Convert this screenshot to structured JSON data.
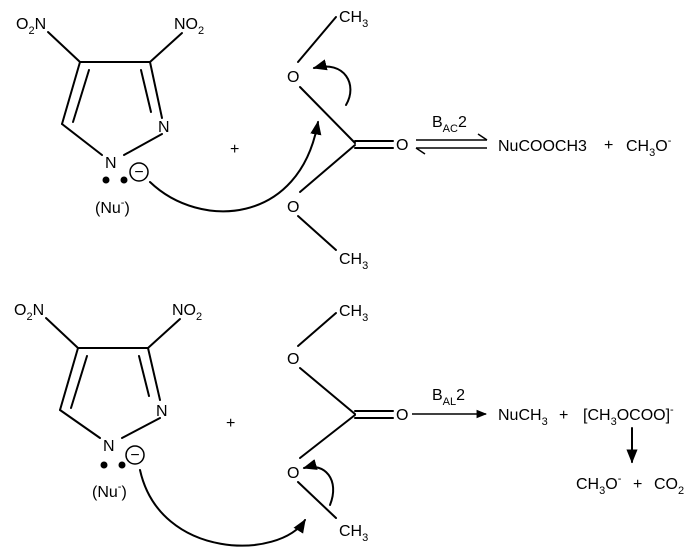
{
  "reaction_top": {
    "pyrazole": {
      "no2_left": {
        "main": "O",
        "sub": "2",
        "tail": "N"
      },
      "no2_right": {
        "main": "NO",
        "sub": "2"
      },
      "ring_n_top": "N",
      "ring_n_bottom": "N",
      "charge": "−",
      "nucleophile_label": {
        "open": "(Nu",
        "sup": "-",
        "close": ")"
      }
    },
    "plus": "+",
    "carbonate": {
      "methyl_top": {
        "main": "CH",
        "sub": "3"
      },
      "oxygen_top": "O",
      "carbonyl_o": "O",
      "oxygen_bottom": "O",
      "methyl_bottom": {
        "main": "CH",
        "sub": "3"
      }
    },
    "mechanism": {
      "main": "B",
      "sub": "AC",
      "tail": "2"
    },
    "product_1": "NuCOOCH3",
    "plus_2": "+",
    "product_2": {
      "main": "CH",
      "sub": "3",
      "tail": "O",
      "sup": "-"
    }
  },
  "reaction_bottom": {
    "pyrazole": {
      "no2_left": {
        "main": "O",
        "sub": "2",
        "tail": "N"
      },
      "no2_right": {
        "main": "NO",
        "sub": "2"
      },
      "ring_n_top": "N",
      "ring_n_bottom": "N",
      "charge": "−",
      "nucleophile_label": {
        "open": "(Nu",
        "sup": "-",
        "close": ")"
      }
    },
    "plus": "+",
    "carbonate": {
      "methyl_top": {
        "main": "CH",
        "sub": "3"
      },
      "oxygen_top": "O",
      "carbonyl_o": "O",
      "oxygen_bottom": "O",
      "methyl_bottom": {
        "main": "CH",
        "sub": "3"
      }
    },
    "mechanism": {
      "main": "B",
      "sub": "AL",
      "tail": "2"
    },
    "product_1": {
      "main": "NuCH",
      "sub": "3"
    },
    "plus_2": "+",
    "intermediate": {
      "main": "[CH",
      "sub": "3",
      "tail": "OCOO]",
      "sup": "-"
    },
    "decomposition": {
      "product_a": {
        "main": "CH",
        "sub": "3",
        "tail": "O",
        "sup": "-"
      },
      "plus": "+",
      "product_b": {
        "main": "CO",
        "sub": "2"
      }
    }
  }
}
